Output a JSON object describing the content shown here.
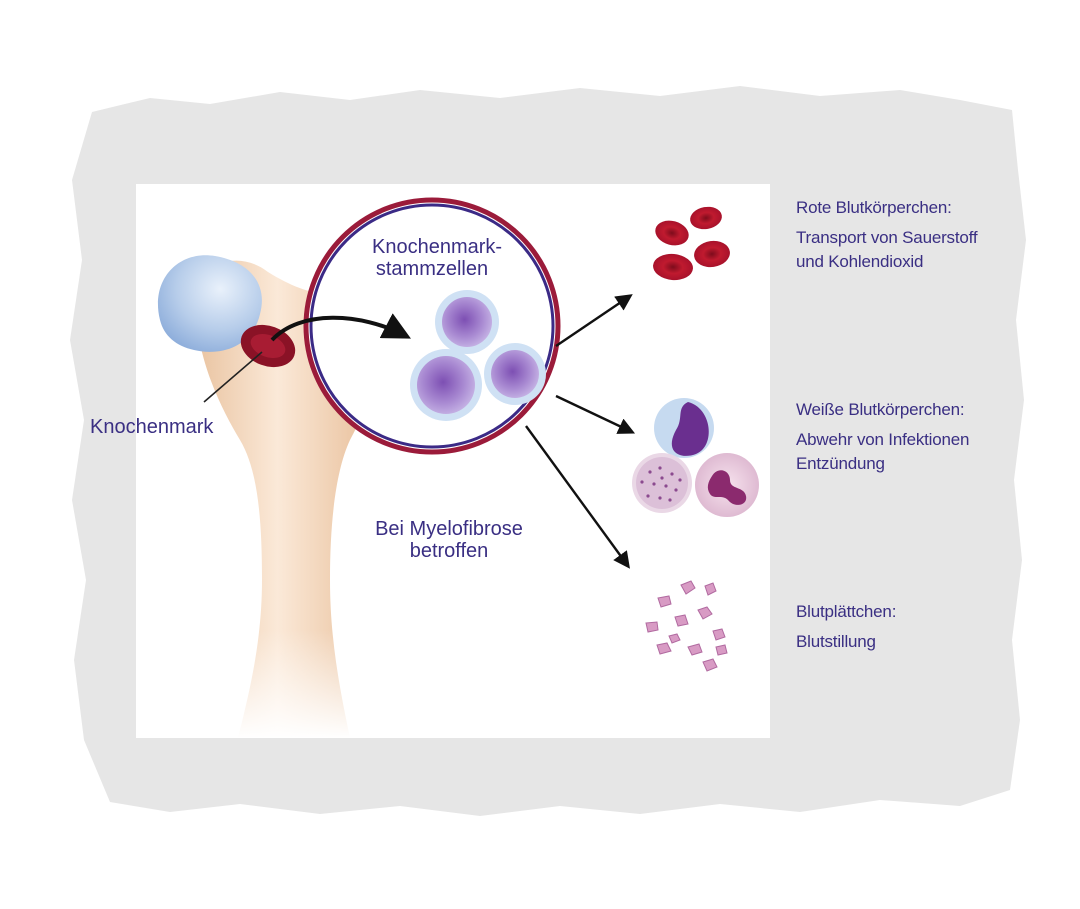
{
  "diagram": {
    "labels": {
      "bone_marrow": "Knochenmark",
      "stem_cells_line1": "Knochenmark-",
      "stem_cells_line2": "stammzellen",
      "affected_line1": "Bei Myelofibrose",
      "affected_line2": "betroffen"
    },
    "cell_types": [
      {
        "title": "Rote Blutkörperchen:",
        "desc_line1": "Transport von Sauerstoff",
        "desc_line2": "und Kohlendioxid"
      },
      {
        "title": "Weiße Blutkörperchen:",
        "desc_line1": "Abwehr von Infektionen",
        "desc_line2": "Entzündung"
      },
      {
        "title": "Blutplättchen:",
        "desc_line1": "Blutstillung",
        "desc_line2": ""
      }
    ],
    "colors": {
      "frame": "#e6e6e6",
      "label_text": "#3a2f83",
      "circle_outer": "#9b1b3a",
      "circle_inner": "#3b2a86",
      "red_cell": "#b5162c",
      "marrow": "#8a1226",
      "bone": "#f2d8be",
      "cartilage": "#a9c4e6",
      "stem_cell": "#8d6fc0"
    }
  }
}
